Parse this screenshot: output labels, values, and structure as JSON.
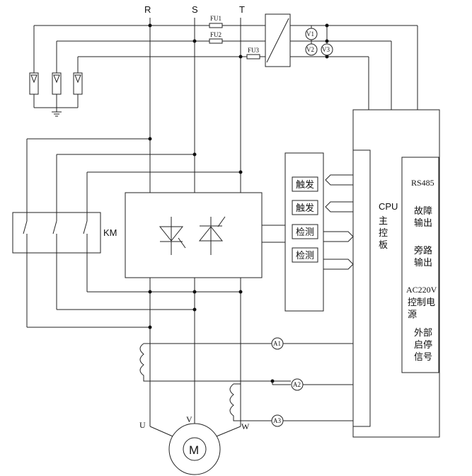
{
  "phases": {
    "r": "R",
    "s": "S",
    "t": "T"
  },
  "fuses": {
    "fu1": "FU1",
    "fu2": "FU2",
    "fu3": "FU3"
  },
  "voltmeters": {
    "v1": "V1",
    "v2": "V2",
    "v3": "V3"
  },
  "ammeters": {
    "a1": "A1",
    "a2": "A2",
    "a3": "A3"
  },
  "contactor": "KM",
  "modules": {
    "m1": "触发",
    "m2": "触发",
    "m3": "检测",
    "m4": "检测"
  },
  "cpu": {
    "line1": "CPU",
    "line2": "主",
    "line3": "控",
    "line4": "板"
  },
  "io": {
    "rs485": "RS485",
    "fault": [
      "故障",
      "输出"
    ],
    "bypass": [
      "旁路",
      "输出"
    ],
    "power": [
      "AC220V",
      "控制电",
      "源"
    ],
    "ext": [
      "外部",
      "启停",
      "信号"
    ]
  },
  "motor": {
    "u": "U",
    "v": "V",
    "w": "W",
    "m": "M"
  }
}
